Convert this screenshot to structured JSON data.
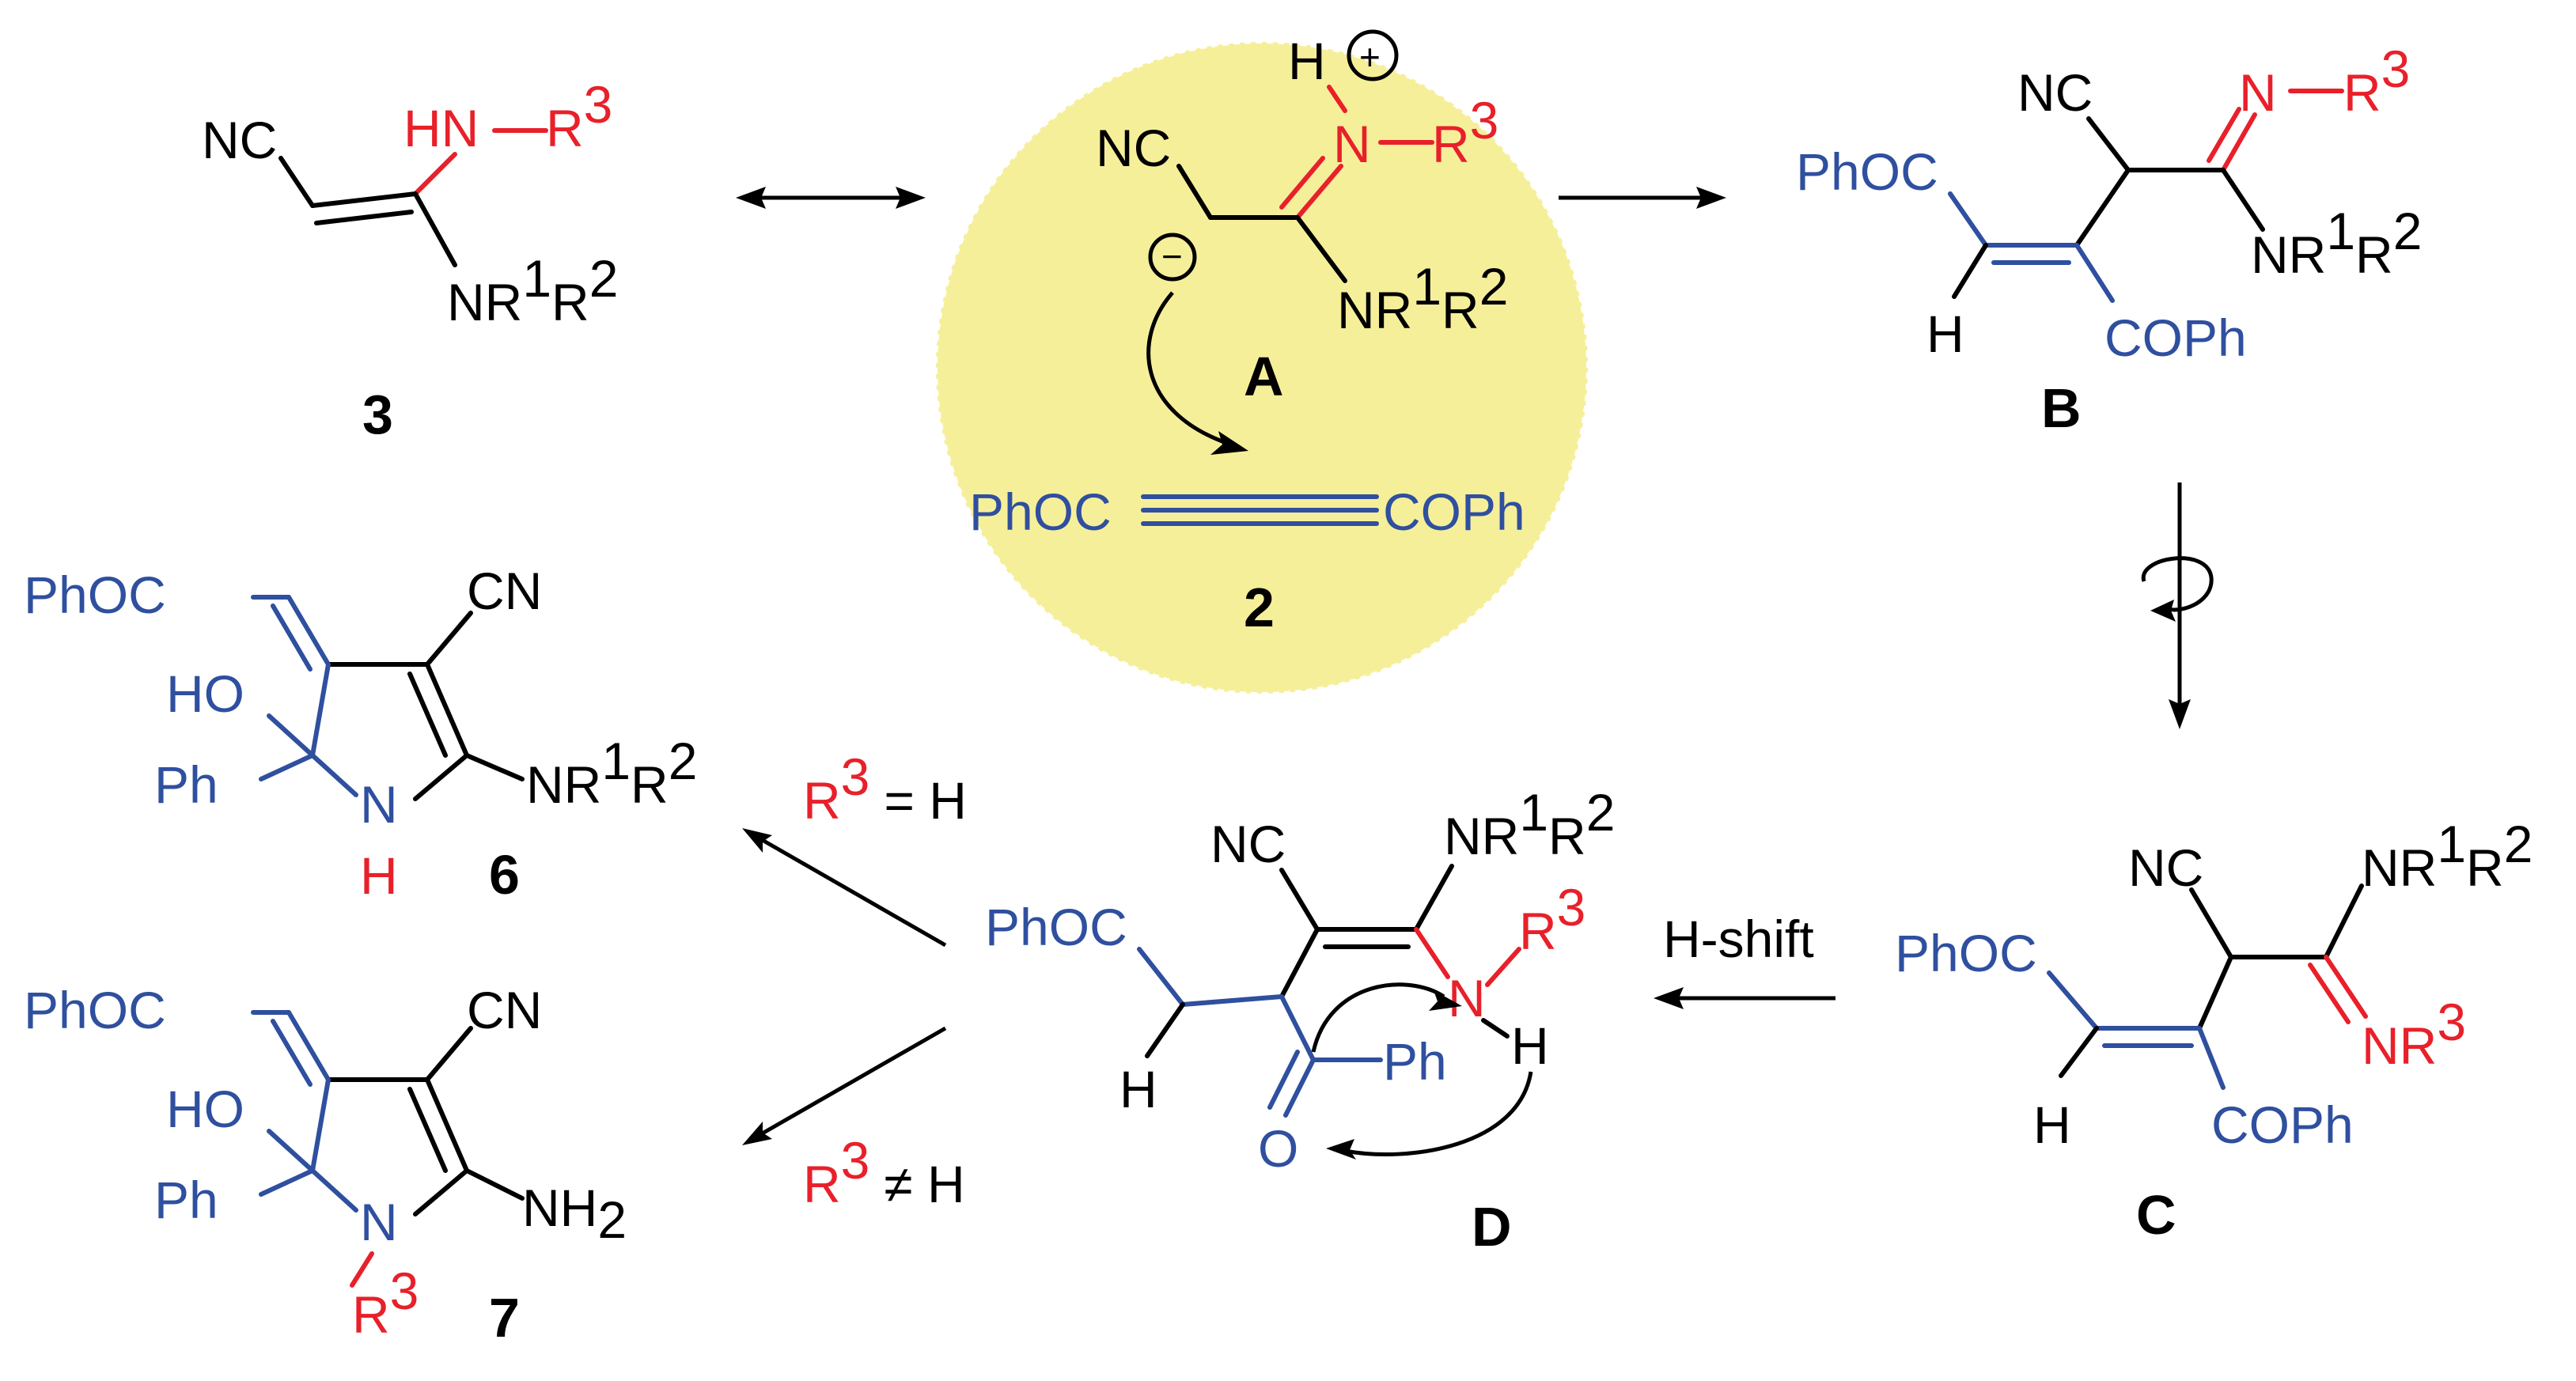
{
  "colors": {
    "black": "#000000",
    "blue": "#2f4f9f",
    "red": "#e8202a",
    "highlight": "#f6ef9a"
  },
  "compounds": {
    "c3": {
      "label": "3",
      "nc": "NC",
      "hn": "HN",
      "r3": "R",
      "r3_sup": "3",
      "nr": "NR",
      "nr_sup1": "1",
      "nr_r": "R",
      "nr_sup2": "2"
    },
    "cA": {
      "label": "A",
      "nc": "NC",
      "h": "H",
      "plus": "+",
      "n": "N",
      "r3": "R",
      "r3_sup": "3",
      "minus": "−",
      "nr": "NR",
      "nr_sup1": "1",
      "nr_r": "R",
      "nr_sup2": "2"
    },
    "c2": {
      "label": "2",
      "left": "PhOC",
      "right": "COPh"
    },
    "cB": {
      "label": "B",
      "nc": "NC",
      "n": "N",
      "r3": "R",
      "r3_sup": "3",
      "phoc": "PhOC",
      "h": "H",
      "coph": "COPh",
      "nr": "NR",
      "nr_sup1": "1",
      "nr_r": "R",
      "nr_sup2": "2"
    },
    "cC": {
      "label": "C",
      "nc": "NC",
      "nr": "NR",
      "nr_sup1": "1",
      "nr_r": "R",
      "nr_sup2": "2",
      "phoc": "PhOC",
      "nr3": "NR",
      "nr3_sup": "3",
      "h": "H",
      "coph": "COPh"
    },
    "cD": {
      "label": "D",
      "nc": "NC",
      "nr": "NR",
      "nr_sup1": "1",
      "nr_r": "R",
      "nr_sup2": "2",
      "phoc": "PhOC",
      "r3": "R",
      "r3_sup": "3",
      "n": "N",
      "nh": "H",
      "h": "H",
      "ph": "Ph",
      "o": "O"
    },
    "c6": {
      "label": "6",
      "phoc": "PhOC",
      "cn": "CN",
      "ho": "HO",
      "ph": "Ph",
      "n": "N",
      "nh": "H",
      "nr": "NR",
      "nr_sup1": "1",
      "nr_r": "R",
      "nr_sup2": "2"
    },
    "c7": {
      "label": "7",
      "phoc": "PhOC",
      "cn": "CN",
      "ho": "HO",
      "ph": "Ph",
      "n": "N",
      "nh2": "NH",
      "nh2_sub": "2",
      "r3": "R",
      "r3_sup": "3"
    }
  },
  "conditions": {
    "h_shift": "H-shift",
    "r3_eq": {
      "r": "R",
      "sup": "3",
      "rest": "= H"
    },
    "r3_neq": {
      "r": "R",
      "sup": "3",
      "rest": "≠ H"
    }
  }
}
